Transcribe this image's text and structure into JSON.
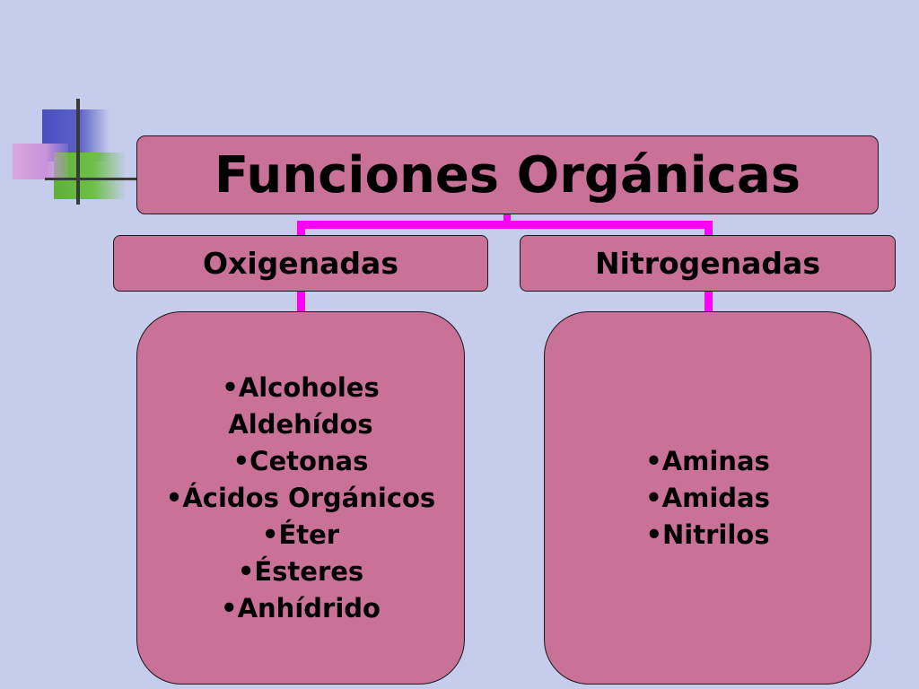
{
  "diagram": {
    "title": "Funciones Orgánicas",
    "branches": [
      {
        "label": "Oxigenadas",
        "items": [
          "•Alcoholes",
          "Aldehídos",
          "•Cetonas",
          "•Ácidos Orgánicos",
          "•Éter",
          "•Ésteres",
          "•Anhídrido"
        ]
      },
      {
        "label": "Nitrogenadas",
        "items": [
          "•Aminas",
          "•Amidas",
          "•Nitrilos"
        ]
      }
    ]
  },
  "colors": {
    "background": "#c5ccec",
    "box_fill": "#c97196",
    "connector": "#ff00ff"
  }
}
